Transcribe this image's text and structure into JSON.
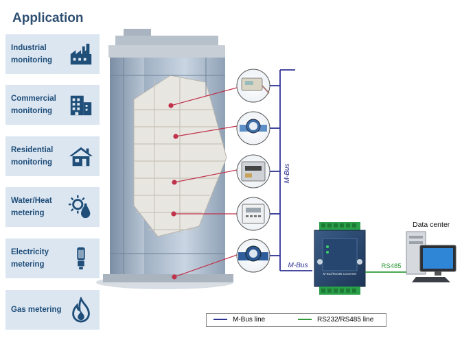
{
  "title": "Application",
  "applications": [
    {
      "label": "Industrial monitoring",
      "icon": "factory-icon"
    },
    {
      "label": "Commercial monitoring",
      "icon": "office-building-icon"
    },
    {
      "label": "Residential monitoring",
      "icon": "house-icon"
    },
    {
      "label": "Water/Heat metering",
      "icon": "water-sun-icon"
    },
    {
      "label": "Electricity metering",
      "icon": "light-bulb-icon"
    },
    {
      "label": "Gas metering",
      "icon": "flame-icon"
    }
  ],
  "bus_labels": {
    "vertical": "M-Bus",
    "horizontal": "M-Bus",
    "rs485": "RS485"
  },
  "data_center": "Data center",
  "converter_label": "M-Bus/RS485 Converter",
  "legend": {
    "mbus": "M-Bus line",
    "rs": "RS232/RS485 line"
  },
  "colors": {
    "mbus": "#2e3192",
    "rs": "#2e9a3a",
    "panel": "#dce6f1",
    "text": "#1f4e79",
    "pointer": "#c0334a"
  }
}
